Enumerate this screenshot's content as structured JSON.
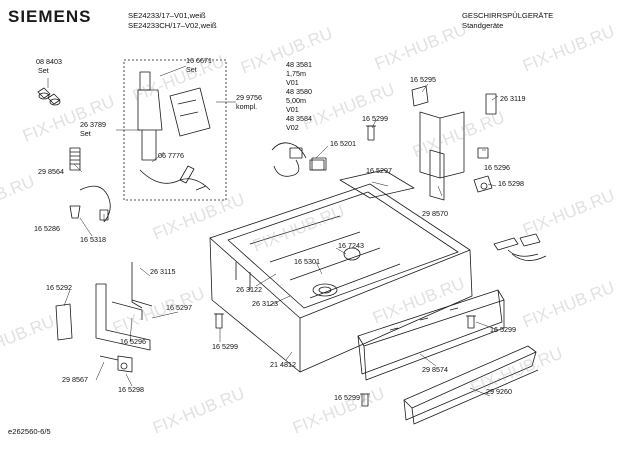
{
  "header": {
    "brand": "SIEMENS",
    "model_line_1": "SE24233/17–V01,weiß",
    "model_line_2": "SE24233CH/17–V02,weiß",
    "category": "GESCHIRRSPÜLGERÄTE",
    "subcategory": "Standgeräte"
  },
  "watermark": "FIX-HUB.RU",
  "footer": {
    "doc_id": "e262560-6/5"
  },
  "labels": {
    "p088403": "08 8403",
    "set_a": "Set",
    "p166671": "16 6671",
    "set_b": "Set",
    "p299756": "29 9756",
    "kompl": "kompl.",
    "p483581": "48 3581",
    "len175": "1,75m",
    "v01a": "V01",
    "p483580": "48 3580",
    "len500": "5,00m",
    "v01b": "V01",
    "p483584": "48 3584",
    "v02": "V02",
    "p165295": "16 5295",
    "p263119": "26 3119",
    "p263789": "26 3789",
    "set_c": "Set",
    "p165299a": "16 5299",
    "p067776": "06 7776",
    "p165201": "16 5201",
    "p298564": "29 8564",
    "p165297a": "16 5297",
    "p165296a": "16 5296",
    "p165298a": "16 5298",
    "p298570": "29 8570",
    "p165286": "16 5286",
    "p165318": "16 5318",
    "p167243": "16 7243",
    "p165301": "16 5301",
    "p263115": "26 3115",
    "p165292": "16 5292",
    "p263122": "26 3122",
    "p263123": "26 3123",
    "p165297b": "16 5297",
    "p165296b": "16 5296",
    "p165299b": "16 5299",
    "p214812": "21 4812",
    "p298567": "29 8567",
    "p165298b": "16 5298",
    "p165299c": "16 5299",
    "p298574": "29 8574",
    "p299260": "29 9260",
    "p165299d": "16 5299"
  }
}
